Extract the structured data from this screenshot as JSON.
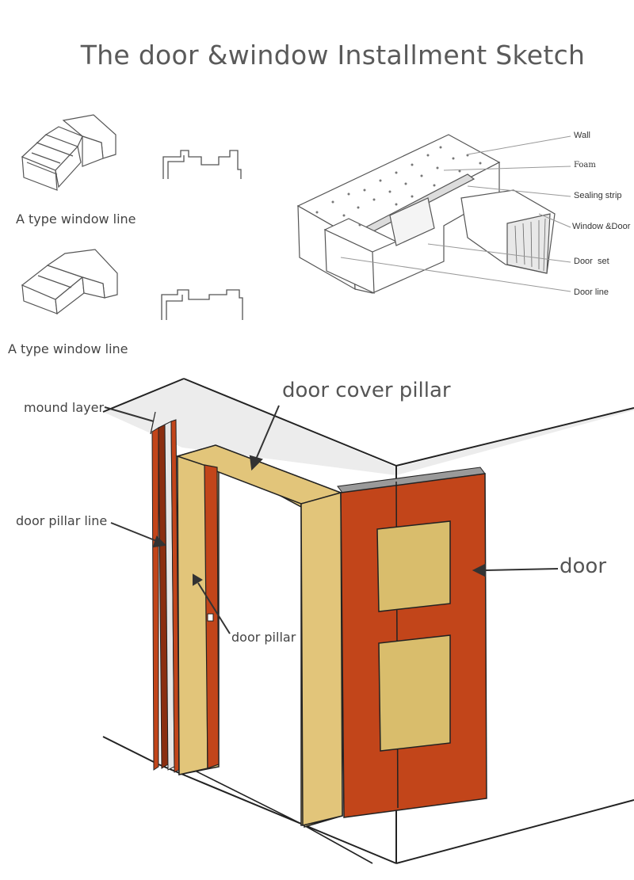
{
  "title": "The door &window Installment Sketch",
  "window_profiles": [
    {
      "label": "A type window line"
    },
    {
      "label": "A type window line"
    }
  ],
  "section_labels": {
    "wall": "Wall",
    "foam": "Foam",
    "sealing_strip": "Sealing strip",
    "window_door": "Window &Door",
    "door_set": "Door  set",
    "door_line": "Door line"
  },
  "door_labels": {
    "mound_layer": "mound layer",
    "door_cover_pillar": "door cover pillar",
    "door_pillar_line": "door pillar line",
    "door_pillar": "door pillar",
    "door": "door"
  },
  "colors": {
    "door_orange": "#c2451a",
    "frame_tan": "#e2c57a",
    "panel_tan": "#d9bd6c",
    "line": "#222222"
  }
}
